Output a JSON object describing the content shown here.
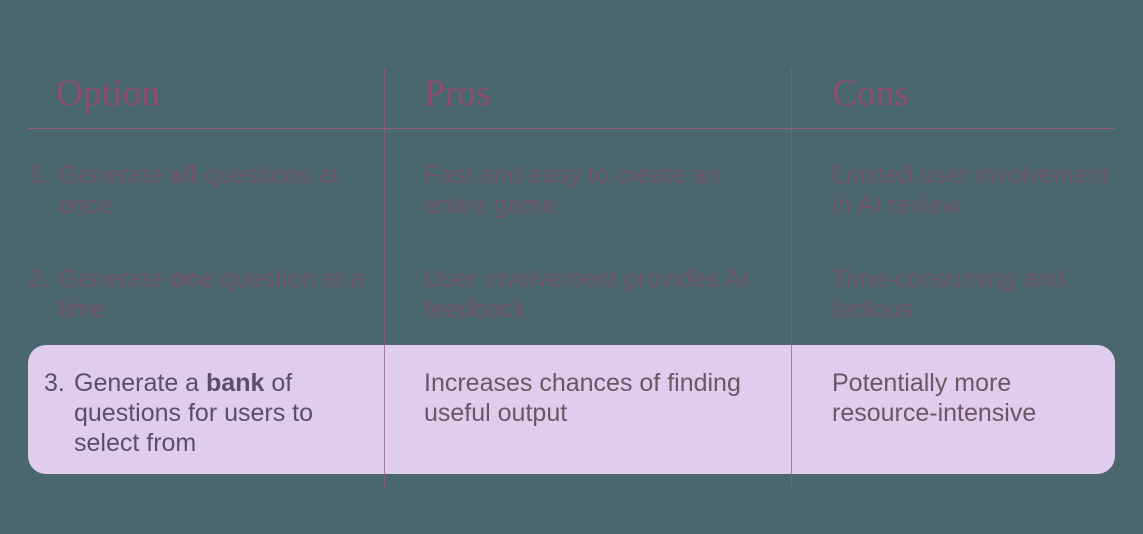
{
  "slide": {
    "background_color": "#4a666f",
    "highlight_color": "#e0cdee",
    "rule_color": "#9c5f80",
    "heading_color": "#8b4f72",
    "body_color": "#6d5567",
    "highlight_text_color": "#58506b"
  },
  "table": {
    "columns": [
      {
        "label": "Option"
      },
      {
        "label": "Pros"
      },
      {
        "label": "Cons"
      }
    ],
    "rows": [
      {
        "number": "1.",
        "option_pre": "Generate ",
        "option_bold": "all",
        "option_post": " questions at once",
        "pros": "Fast and easy to create an entire game",
        "cons": "Limited user involvement in AI review",
        "highlighted": false
      },
      {
        "number": "2.",
        "option_pre": "Generate ",
        "option_bold": "one",
        "option_post": " question at a time",
        "pros": "User involvement provides AI feedback",
        "cons": "Time-consuming and tedious",
        "highlighted": false
      },
      {
        "number": "3.",
        "option_pre": "Generate a ",
        "option_bold": "bank",
        "option_post": " of questions for users to select from",
        "pros": "Increases chances of finding useful output",
        "cons": "Potentially more resource-intensive",
        "highlighted": true
      }
    ]
  }
}
